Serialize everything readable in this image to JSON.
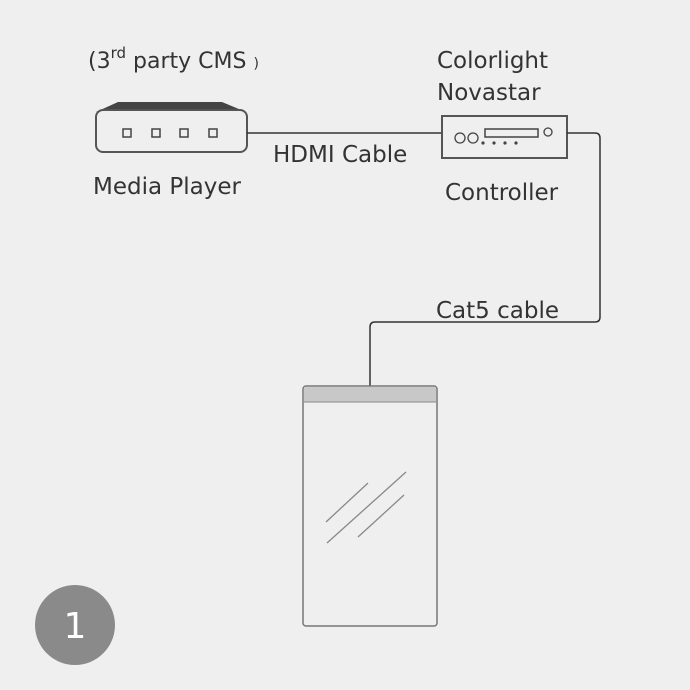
{
  "labels": {
    "cms_prefix": "(3",
    "cms_sup": "rd",
    "cms_suffix": " party CMS ",
    "cms_close": ")",
    "brand_1": "Colorlight",
    "brand_2": "Novastar",
    "hdmi": "HDMI Cable",
    "media_player": "Media Player",
    "controller": "Controller",
    "cat5": "Cat5 cable",
    "step": "1"
  },
  "colors": {
    "background": "#efefef",
    "line": "#333333",
    "step_badge": "#8a8a8a",
    "screen_header": "#c8c8c8"
  }
}
